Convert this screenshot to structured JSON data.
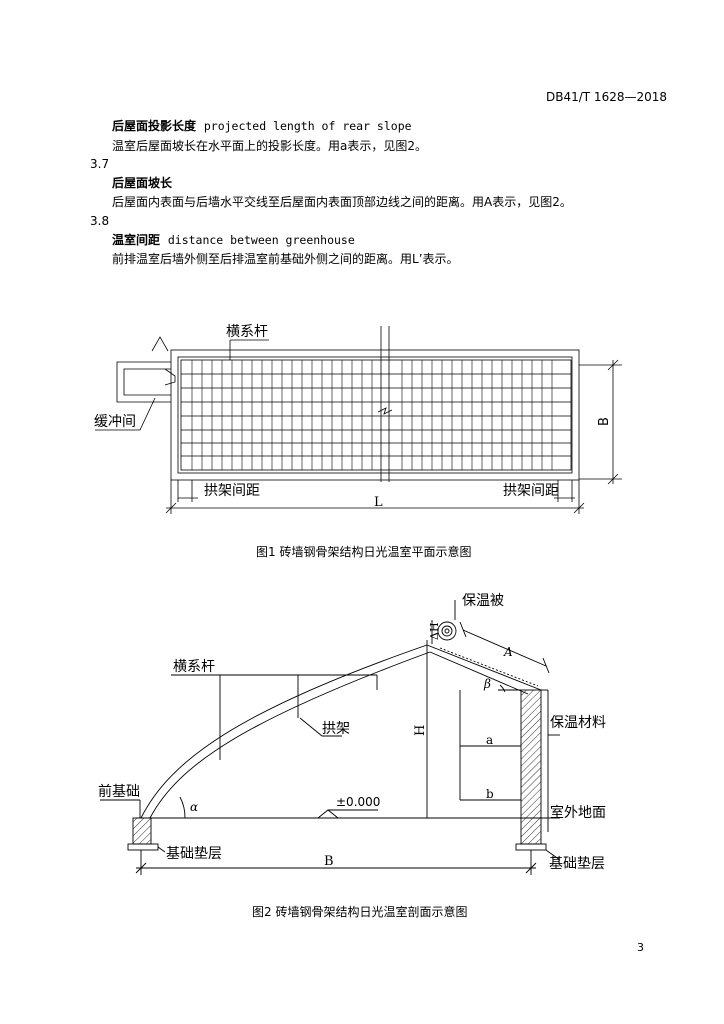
{
  "header": {
    "code": "DB41/T 1628—2018"
  },
  "sections": [
    {
      "num": "",
      "term_cn": "后屋面投影长度",
      "term_en": "projected length of rear slope",
      "desc": "温室后屋面坡长在水平面上的投影长度。用a表示，见图2。"
    },
    {
      "num": "3.7",
      "term_cn": "后屋面坡长",
      "term_en": "",
      "desc": "后屋面内表面与后墙水平交线至后屋面内表面顶部边线之间的距离。用A表示，见图2。"
    },
    {
      "num": "3.8",
      "term_cn": "温室间距",
      "term_en": "distance between greenhouse",
      "desc": "前排温室后墙外侧至后排温室前基础外侧之间的距离。用L’表示。"
    }
  ],
  "figure1": {
    "caption": "图1   砖墙钢骨架结构日光温室平面示意图",
    "labels": {
      "tie_bar": "横系杆",
      "buffer": "缓冲间",
      "arch_spacing_left": "拱架间距",
      "arch_spacing_right": "拱架间距",
      "length": "L",
      "width": "B"
    }
  },
  "figure2": {
    "caption": "图2   砖墙钢骨架结构日光温室剖面示意图",
    "labels": {
      "quilt": "保温被",
      "tie_bar": "横系杆",
      "arch": "拱架",
      "front_foundation": "前基础",
      "foundation_pad_left": "基础垫层",
      "foundation_pad_right": "基础垫层",
      "insulation": "保温材料",
      "outdoor_ground": "室外地面",
      "elevation": "±0.000",
      "dim_A": "A",
      "dim_a": "a",
      "dim_b": "b",
      "dim_B": "B",
      "dim_H": "H",
      "dim_dH": "ΔH",
      "angle_alpha": "α",
      "angle_beta": "β"
    }
  },
  "footer": {
    "page": "3"
  }
}
